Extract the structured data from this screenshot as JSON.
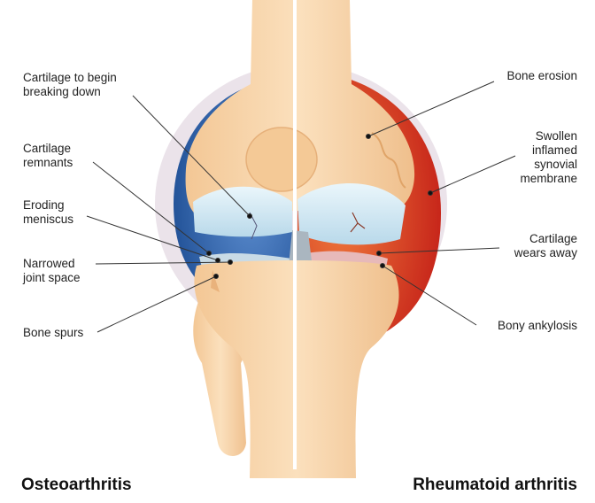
{
  "labels_left": [
    "Cartilage to begin\nbreaking down",
    "Cartilage\nremnants",
    "Eroding\nmeniscus",
    "Narrowed\njoint space",
    "Bone spurs"
  ],
  "labels_right": [
    "Bone erosion",
    "Swollen\ninflamed\nsynovial\nmembrane",
    "Cartilage\nwears away",
    "Bony ankylosis"
  ],
  "titles": {
    "left": "Osteoarthritis",
    "right": "Rheumatoid arthritis"
  },
  "colors": {
    "bone": "#f7d3a8",
    "bone_shade": "#e9b27c",
    "cartilage": "#d8eef8",
    "membrane_left": "#2f63a6",
    "membrane_right": "#d7321e",
    "capsule": "#e7dde7"
  }
}
